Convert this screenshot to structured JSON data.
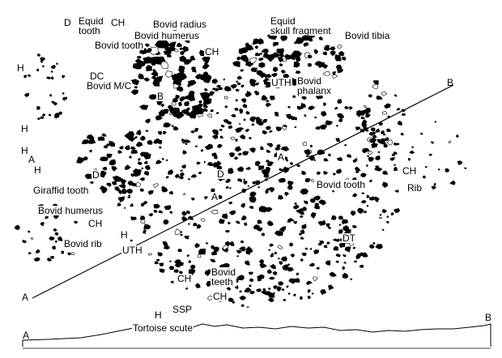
{
  "labels": [
    {
      "key": "D",
      "text": "D"
    },
    {
      "key": "equid-tooth",
      "text": "Equid\ntooth"
    },
    {
      "key": "CH",
      "text": "CH"
    },
    {
      "key": "bovid-radius",
      "text": "Bovid radius"
    },
    {
      "key": "bovid-humerus",
      "text": "Bovid humerus"
    },
    {
      "key": "equid-skull-fragment",
      "text": "Equid\nskull fragment"
    },
    {
      "key": "bovid-tibia",
      "text": "Bovid tibia"
    },
    {
      "key": "bovid-tooth",
      "text": "Bovid tooth"
    },
    {
      "key": "H",
      "text": "H"
    },
    {
      "key": "DC",
      "text": "DC"
    },
    {
      "key": "bovid-mc",
      "text": "Bovid M/C"
    },
    {
      "key": "B",
      "text": "B"
    },
    {
      "key": "UTH",
      "text": "UTH"
    },
    {
      "key": "bovid-phalanx",
      "text": "Bovid\nphalanx"
    },
    {
      "key": "A",
      "text": "A"
    },
    {
      "key": "giraffid-tooth",
      "text": "Giraffid tooth"
    },
    {
      "key": "bovid-rib",
      "text": "Bovid rib"
    },
    {
      "key": "rib",
      "text": "Rib"
    },
    {
      "key": "DT",
      "text": "DT"
    },
    {
      "key": "bovid-teeth",
      "text": "Bovid\nteeth"
    },
    {
      "key": "SSP",
      "text": "SSP"
    },
    {
      "key": "tortoise-scute",
      "text": "Tortoise scute"
    }
  ],
  "transect": {
    "start_label": "A",
    "end_label": "B"
  },
  "profile": {
    "start_label": "A",
    "end_label": "B"
  }
}
